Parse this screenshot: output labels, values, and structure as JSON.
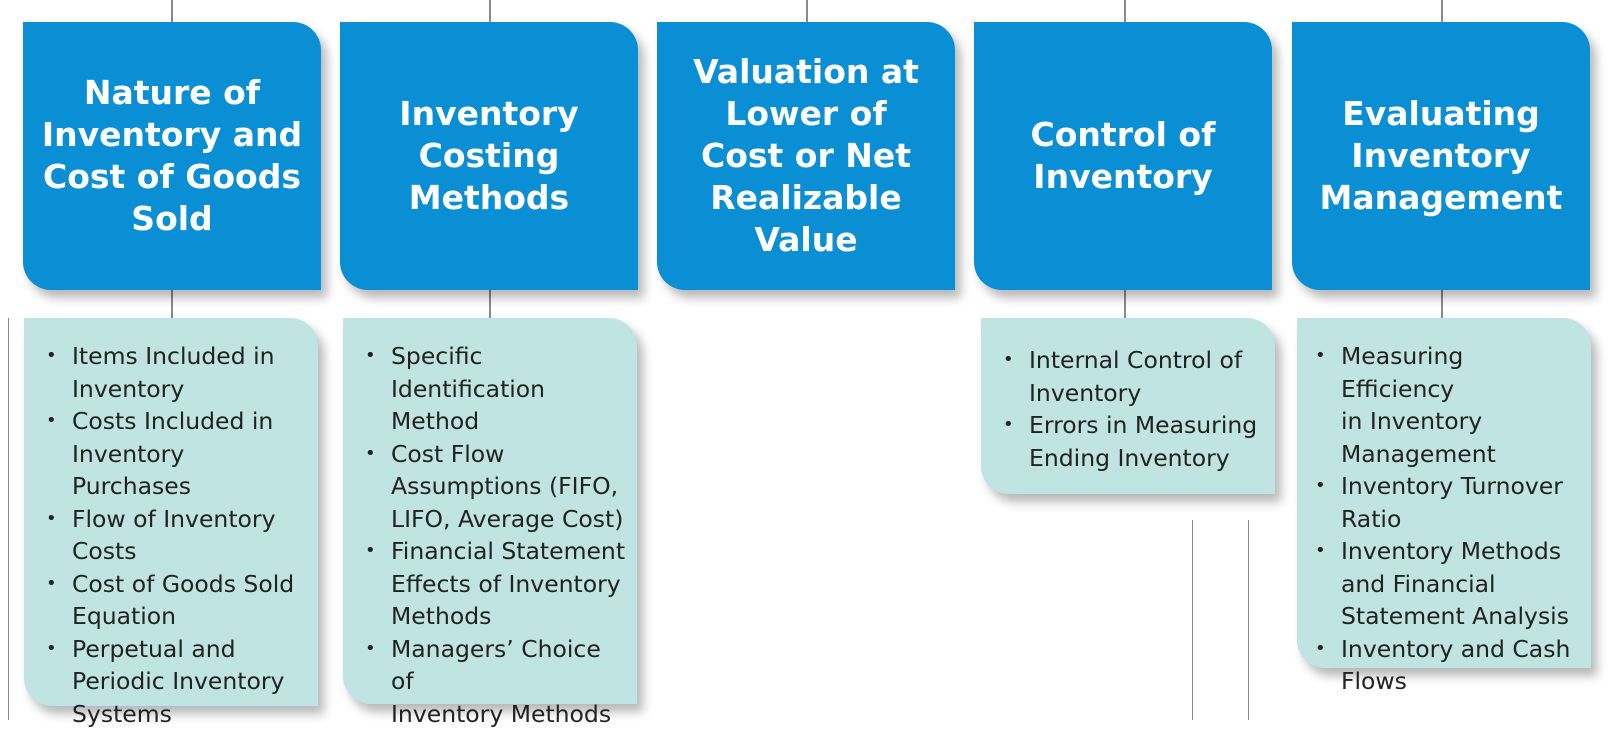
{
  "colors": {
    "topic_fill": "#0a8fd4",
    "sub_fill": "#bfe4e1",
    "connector": "#8a8a8a"
  },
  "topics": [
    {
      "title": "Nature of\nInventory and\nCost of Goods\nSold",
      "items": [
        "Items Included in\nInventory",
        "Costs Included in\nInventory Purchases",
        "Flow of Inventory\nCosts",
        "Cost of Goods Sold\nEquation",
        "Perpetual and\nPeriodic Inventory\nSystems"
      ]
    },
    {
      "title": "Inventory\nCosting\nMethods",
      "items": [
        "Specific\nIdentification\nMethod",
        "Cost Flow\nAssumptions (FIFO,\nLIFO, Average Cost)",
        "Financial Statement\nEffects of Inventory\nMethods",
        "Managers’ Choice of\nInventory Methods"
      ]
    },
    {
      "title": "Valuation at\nLower of\nCost or Net\nRealizable Value",
      "items": []
    },
    {
      "title": "Control of\nInventory",
      "items": [
        "Internal Control of\nInventory",
        "Errors in Measuring\nEnding Inventory"
      ]
    },
    {
      "title": "Evaluating\nInventory\nManagement",
      "items": [
        "Measuring Efficiency\nin Inventory\nManagement",
        "Inventory Turnover\nRatio",
        "Inventory Methods\nand Financial\nStatement Analysis",
        "Inventory and Cash\nFlows"
      ]
    }
  ]
}
